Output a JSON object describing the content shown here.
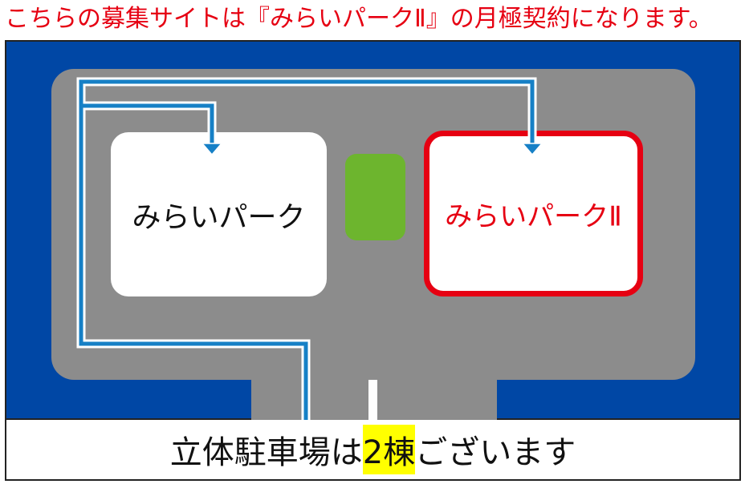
{
  "notice": "こちらの募集サイトは『みらいパークⅡ』の月極契約になります。",
  "map": {
    "building_1_label": "みらいパーク",
    "building_2_label": "みらいパークⅡ",
    "route_color": "#1680c6",
    "road_color": "#8c8c8c",
    "surround_color": "#0047a5",
    "highlight_border_color": "#e60012",
    "green_color": "#6db52e"
  },
  "footer": {
    "before": "立体駐車場は",
    "highlight": "2棟",
    "after": "ございます",
    "highlight_color": "#ffff00"
  }
}
